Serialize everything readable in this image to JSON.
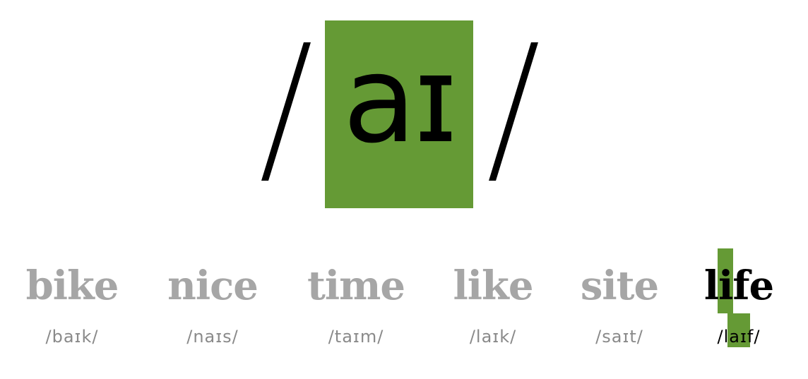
{
  "phoneme": {
    "text": "aɪ",
    "highlight_color": "#659a35"
  },
  "examples": [
    {
      "word": "bike",
      "ipa": "/baɪk/",
      "active": false
    },
    {
      "word": "nice",
      "ipa": "/naɪs/",
      "active": false
    },
    {
      "word": "time",
      "ipa": "/taɪm/",
      "active": false
    },
    {
      "word": "like",
      "ipa": "/laɪk/",
      "active": false
    },
    {
      "word": "site",
      "ipa": "/saɪt/",
      "active": false
    },
    {
      "word": "life",
      "ipa": "/laɪf/",
      "active": true
    }
  ],
  "colors": {
    "inactive_word": "#a6a6a6",
    "inactive_ipa": "#8a8a8a",
    "active": "#000000",
    "accent": "#659a35"
  }
}
